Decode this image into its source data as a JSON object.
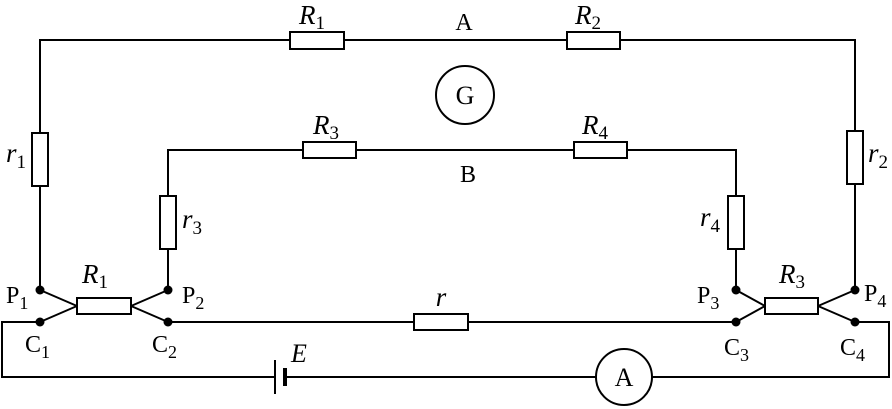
{
  "labels": {
    "top_R1": {
      "main": "R",
      "sub": "1"
    },
    "top_R2": {
      "main": "R",
      "sub": "2"
    },
    "node_A": "A",
    "galvanometer": "G",
    "mid_R3": {
      "main": "R",
      "sub": "3"
    },
    "mid_R4": {
      "main": "R",
      "sub": "4"
    },
    "node_B": "B",
    "r1": {
      "main": "r",
      "sub": "1"
    },
    "r2": {
      "main": "r",
      "sub": "2"
    },
    "r3": {
      "main": "r",
      "sub": "3"
    },
    "r4": {
      "main": "r",
      "sub": "4"
    },
    "bottom_R1": {
      "main": "R",
      "sub": "1"
    },
    "bottom_R3": {
      "main": "R",
      "sub": "3"
    },
    "r": "r",
    "P1": {
      "main": "P",
      "sub": "1"
    },
    "P2": {
      "main": "P",
      "sub": "2"
    },
    "P3": {
      "main": "P",
      "sub": "3"
    },
    "P4": {
      "main": "P",
      "sub": "4"
    },
    "C1": {
      "main": "C",
      "sub": "1"
    },
    "C2": {
      "main": "C",
      "sub": "2"
    },
    "C3": {
      "main": "C",
      "sub": "3"
    },
    "C4": {
      "main": "C",
      "sub": "4"
    },
    "E": "E",
    "ammeter": "A"
  }
}
